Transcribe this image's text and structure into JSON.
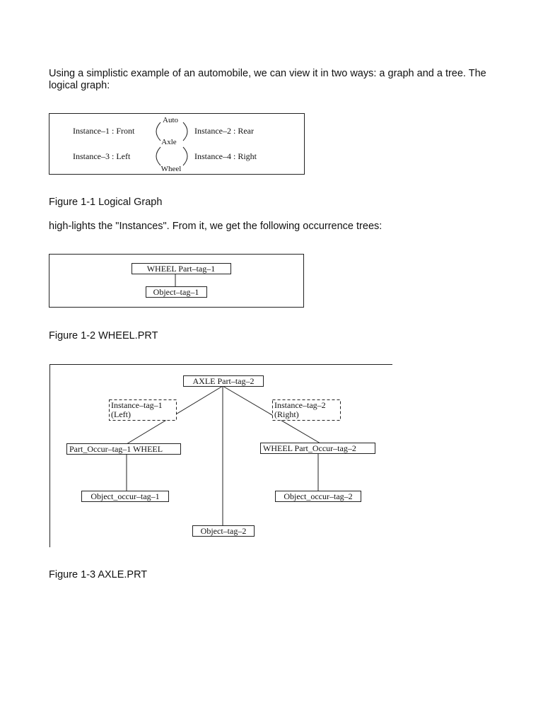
{
  "intro": {
    "line1": "Using a simplistic  example of an automobile,  we can view it in two ways:  a graph and a tree. The",
    "line2": "logical graph:"
  },
  "figure1": {
    "instance1": "Instance–1  : Front",
    "instance2": "Instance–2  : Rear",
    "instance3": "Instance–3  : Left",
    "instance4": "Instance–4  : Right",
    "auto": "Auto",
    "axle": "Axle",
    "wheel": "Wheel",
    "caption": "Figure 1-1 Logical Graph"
  },
  "para2": "high-lights  the \"Instances\". From it, we get the following occurrence trees:",
  "figure2": {
    "root": "WHEEL  Part–tag–1",
    "child": "Object–tag–1",
    "caption": "Figure 1-2 WHEEL.PRT"
  },
  "figure3": {
    "root": "AXLE  Part–tag–2",
    "instance_left_line1": "Instance–tag–1",
    "instance_left_line2": "(Left)",
    "instance_right_line1": "Instance–tag–2",
    "instance_right_line2": "(Right)",
    "part_occ_left": "Part_Occur–tag–1   WHEEL",
    "part_occ_right": "WHEEL  Part_Occur–tag–2",
    "obj_occ_left": "Object_occur–tag–1",
    "obj_occ_right": "Object_occur–tag–2",
    "object": "Object–tag–2",
    "caption": "Figure 1-3 AXLE.PRT"
  }
}
